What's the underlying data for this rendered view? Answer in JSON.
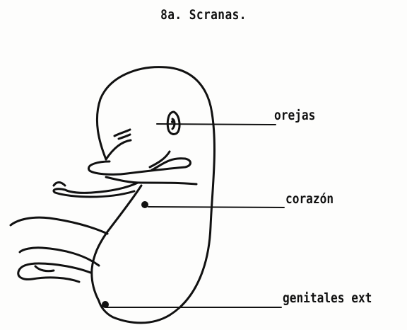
{
  "diagram": {
    "title": "8a. Scranas.",
    "labels": {
      "orejas": "orejas",
      "corazon": "corazón",
      "genitales": "genitales ext"
    },
    "colors": {
      "ink": "#111111",
      "paper": "#fdfdfc"
    }
  }
}
